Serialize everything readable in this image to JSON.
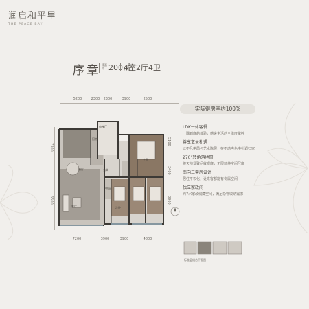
{
  "brand": {
    "cn": "润启和平里",
    "en": "THE PEACE BAY"
  },
  "title": {
    "name": "序章",
    "area_label": "建面约",
    "area": "200㎡",
    "layout": "4室2厅4卫"
  },
  "top_dims": [
    "5200",
    "2300",
    "2300",
    "3900",
    "2500"
  ],
  "bottom_dims": [
    "7200",
    "3900",
    "3900",
    "4800"
  ],
  "left_dims": [
    "7300",
    "6500"
  ],
  "right_dims": [
    "5100",
    "3400",
    "3900"
  ],
  "rate_badge": "实际得房率约100%",
  "features": [
    {
      "title": "LDK一体客餐",
      "desc": [
        "一隅到底的体验，感尖生活的全维度掌控"
      ]
    },
    {
      "title": "尊享玄关礼遇",
      "desc": [
        "以不凡格局与艺术陈展，在不动声色中礼遇归家"
      ]
    },
    {
      "title": "270°转角落地窗",
      "desc": [
        "将天地景致尽收眼底，无限延伸空间尺度"
      ]
    },
    {
      "title": "南向三套房设计",
      "desc": [
        "居住平权化，让来客都能有专属空间"
      ]
    },
    {
      "title": "独立家政间",
      "desc": [
        "约7㎡家政储藏空间，满足杂物收纳需求"
      ]
    }
  ],
  "key_plan_note": "标准层组合平面图",
  "plan_labels": [
    "客厅",
    "餐厅",
    "厨房",
    "玄关",
    "主卧",
    "次卧",
    "卫生间",
    "电梯厅"
  ],
  "colors": {
    "background": "#f1efec",
    "plan_wall": "#3d3a36",
    "floor": "#8a847b",
    "badge": "#e4e1dc"
  }
}
